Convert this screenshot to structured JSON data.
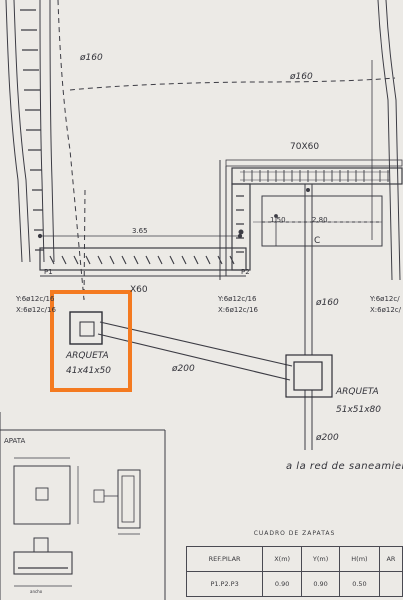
{
  "pipes": {
    "top_left": "ø160",
    "top_right": "ø160",
    "right_vertical": "ø160",
    "diagonal": "ø200",
    "bottom": "ø200"
  },
  "beams": {
    "upper": "70X60",
    "lower": "X60"
  },
  "dimensions": {
    "span": "3.65",
    "left_small": "1.50",
    "right_small": "2.80",
    "axis": "C"
  },
  "pillars": {
    "p1": "P1",
    "p2": "P2"
  },
  "rebar": {
    "left_y": "Y:6ø12c/16",
    "left_x": "X:6ø12c/16",
    "mid_y": "Y:6ø12c/16",
    "mid_x": "X:6ø12c/16",
    "right_y": "Y:6ø12c/",
    "right_x": "X:6ø12c/"
  },
  "arqueta_small": {
    "title": "ARQUETA",
    "size": "41x41x50"
  },
  "arqueta_large": {
    "title": "ARQUETA",
    "size": "51x51x80"
  },
  "sewer_note": "a la red de saneamiento",
  "detail": {
    "title": "APATA",
    "dim": "ancho"
  },
  "table": {
    "caption": "CUADRO DE ZAPATAS",
    "headers": [
      "REF.PILAR",
      "X(m)",
      "Y(m)",
      "H(m)",
      "AR"
    ],
    "rows": [
      [
        "P1.P2.P3",
        "0.90",
        "0.90",
        "0.50",
        ""
      ]
    ]
  },
  "highlight_color": "#f47a20"
}
